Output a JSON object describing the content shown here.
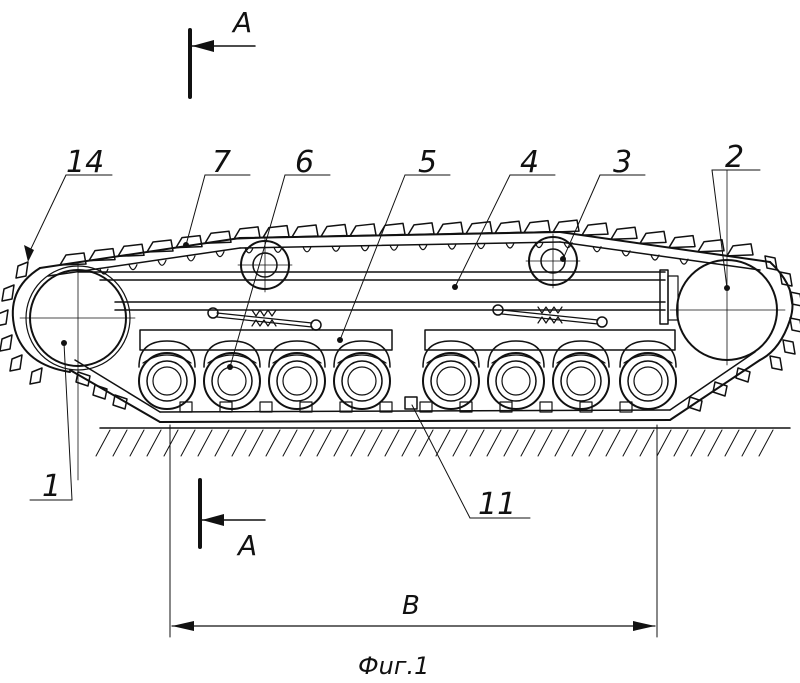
{
  "drawing": {
    "section_label_top": "A",
    "section_label_bottom": "A",
    "dimension_label": "B",
    "caption": "Фuг.1"
  },
  "callouts": [
    {
      "id": "1",
      "label": "1"
    },
    {
      "id": "2",
      "label": "2"
    },
    {
      "id": "3",
      "label": "3"
    },
    {
      "id": "4",
      "label": "4"
    },
    {
      "id": "5",
      "label": "5"
    },
    {
      "id": "6",
      "label": "6"
    },
    {
      "id": "7",
      "label": "7"
    },
    {
      "id": "11",
      "label": "11"
    },
    {
      "id": "14",
      "label": "14"
    }
  ]
}
